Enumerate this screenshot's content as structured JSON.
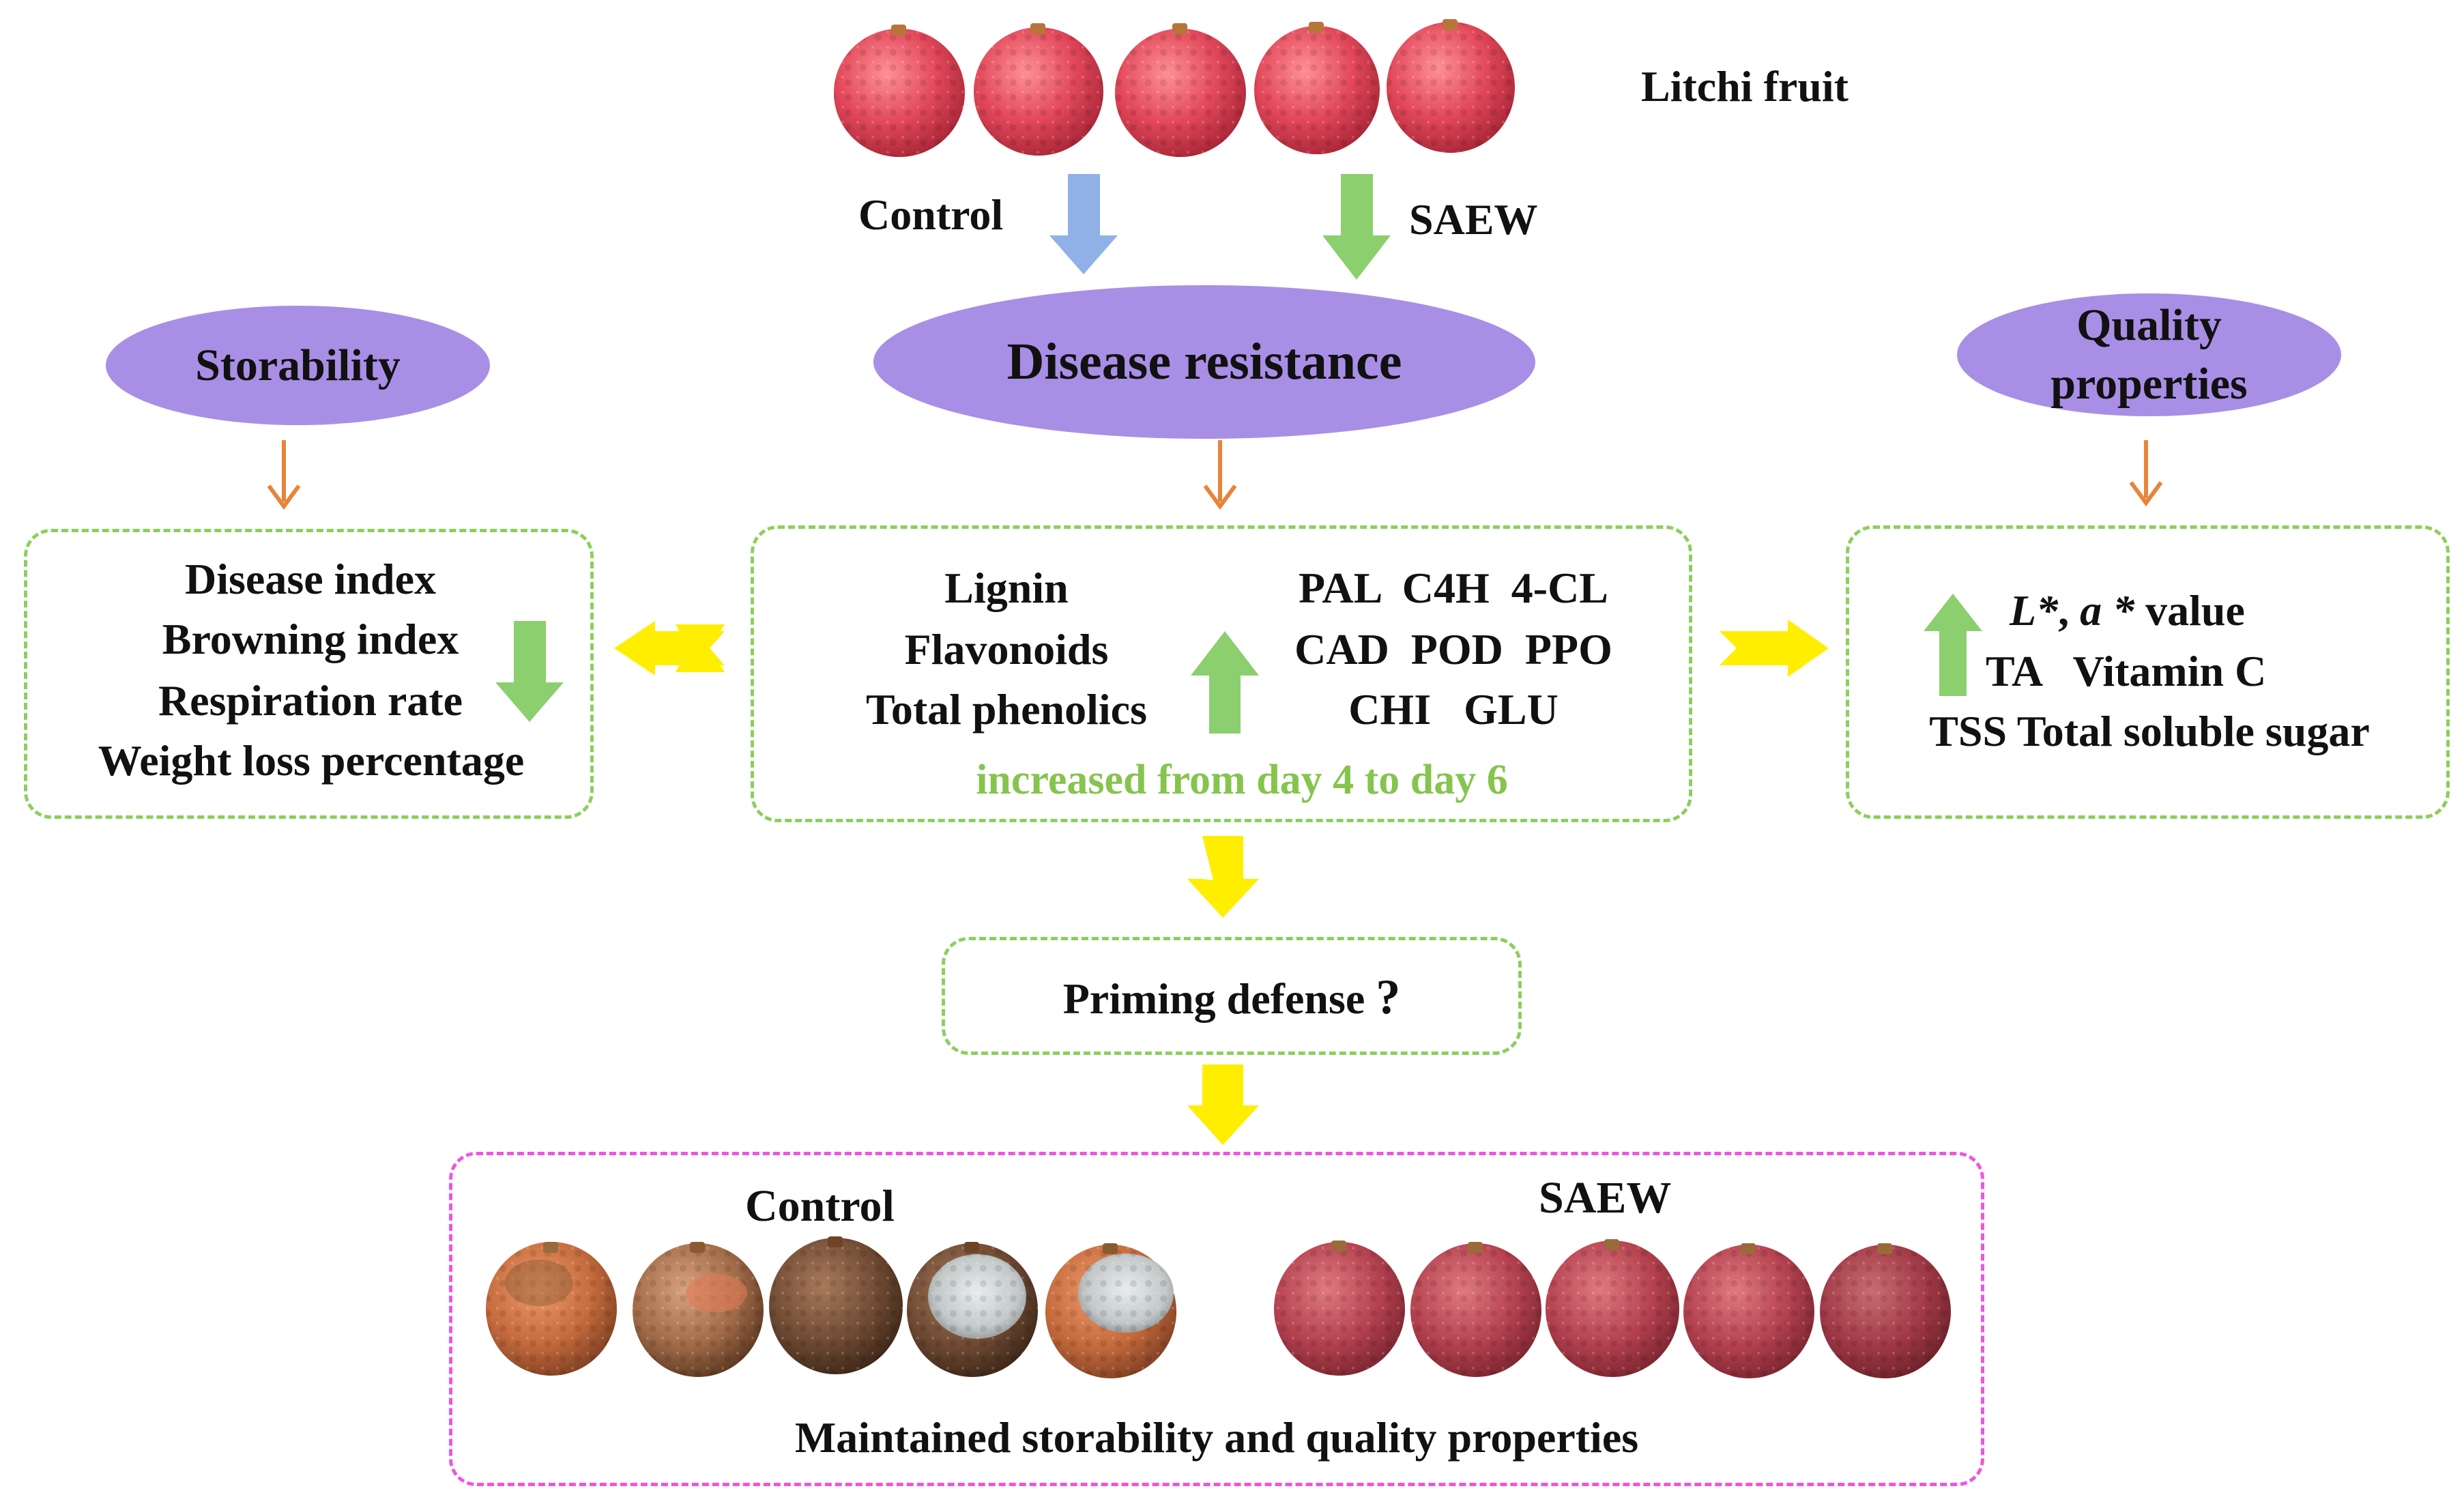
{
  "top": {
    "fruit_label": "Litchi fruit",
    "control_label": "Control",
    "saew_label": "SAEW"
  },
  "ellipses": {
    "storability": "Storability",
    "disease_resistance": "Disease resistance",
    "quality_line1": "Quality",
    "quality_line2": "properties"
  },
  "left_box": {
    "items": [
      "Disease index",
      "Browning index",
      "Respiration rate",
      "Weight loss percentage"
    ]
  },
  "center_box": {
    "left_items": [
      "Lignin",
      "Flavonoids",
      "Total phenolics"
    ],
    "right_rows": [
      "PAL  C4H  4-CL",
      "CAD  POD  PPO",
      "CHI   GLU"
    ],
    "note": "increased from day 4 to day 6"
  },
  "right_box": {
    "line1_l": "L*",
    "line1_sep": ", ",
    "line1_a": "a *",
    "line1_rest": " value",
    "line2": "TA   Vitamin C",
    "line3": "TSS Total soluble sugar"
  },
  "priming": {
    "label": "Priming defense ",
    "qmark": "?"
  },
  "bottom": {
    "control_label": "Control",
    "saew_label": "SAEW",
    "caption": "Maintained storability and quality properties"
  },
  "colors": {
    "ellipse": "#a98ee6",
    "green_dash": "#8ccf5c",
    "pink_dash": "#ee55e0",
    "up_down_arrow": "#8ccf6e",
    "blue_arrow": "#8fb1e8",
    "orange_arrow": "#e8843a",
    "yellow_arrow": "#ffee00",
    "note_text": "#86c44e"
  },
  "icons": [
    "litchi-fruit-icon",
    "arrow-up-icon",
    "arrow-down-icon",
    "yellow-block-arrow-icon",
    "orange-thin-arrow-icon"
  ]
}
